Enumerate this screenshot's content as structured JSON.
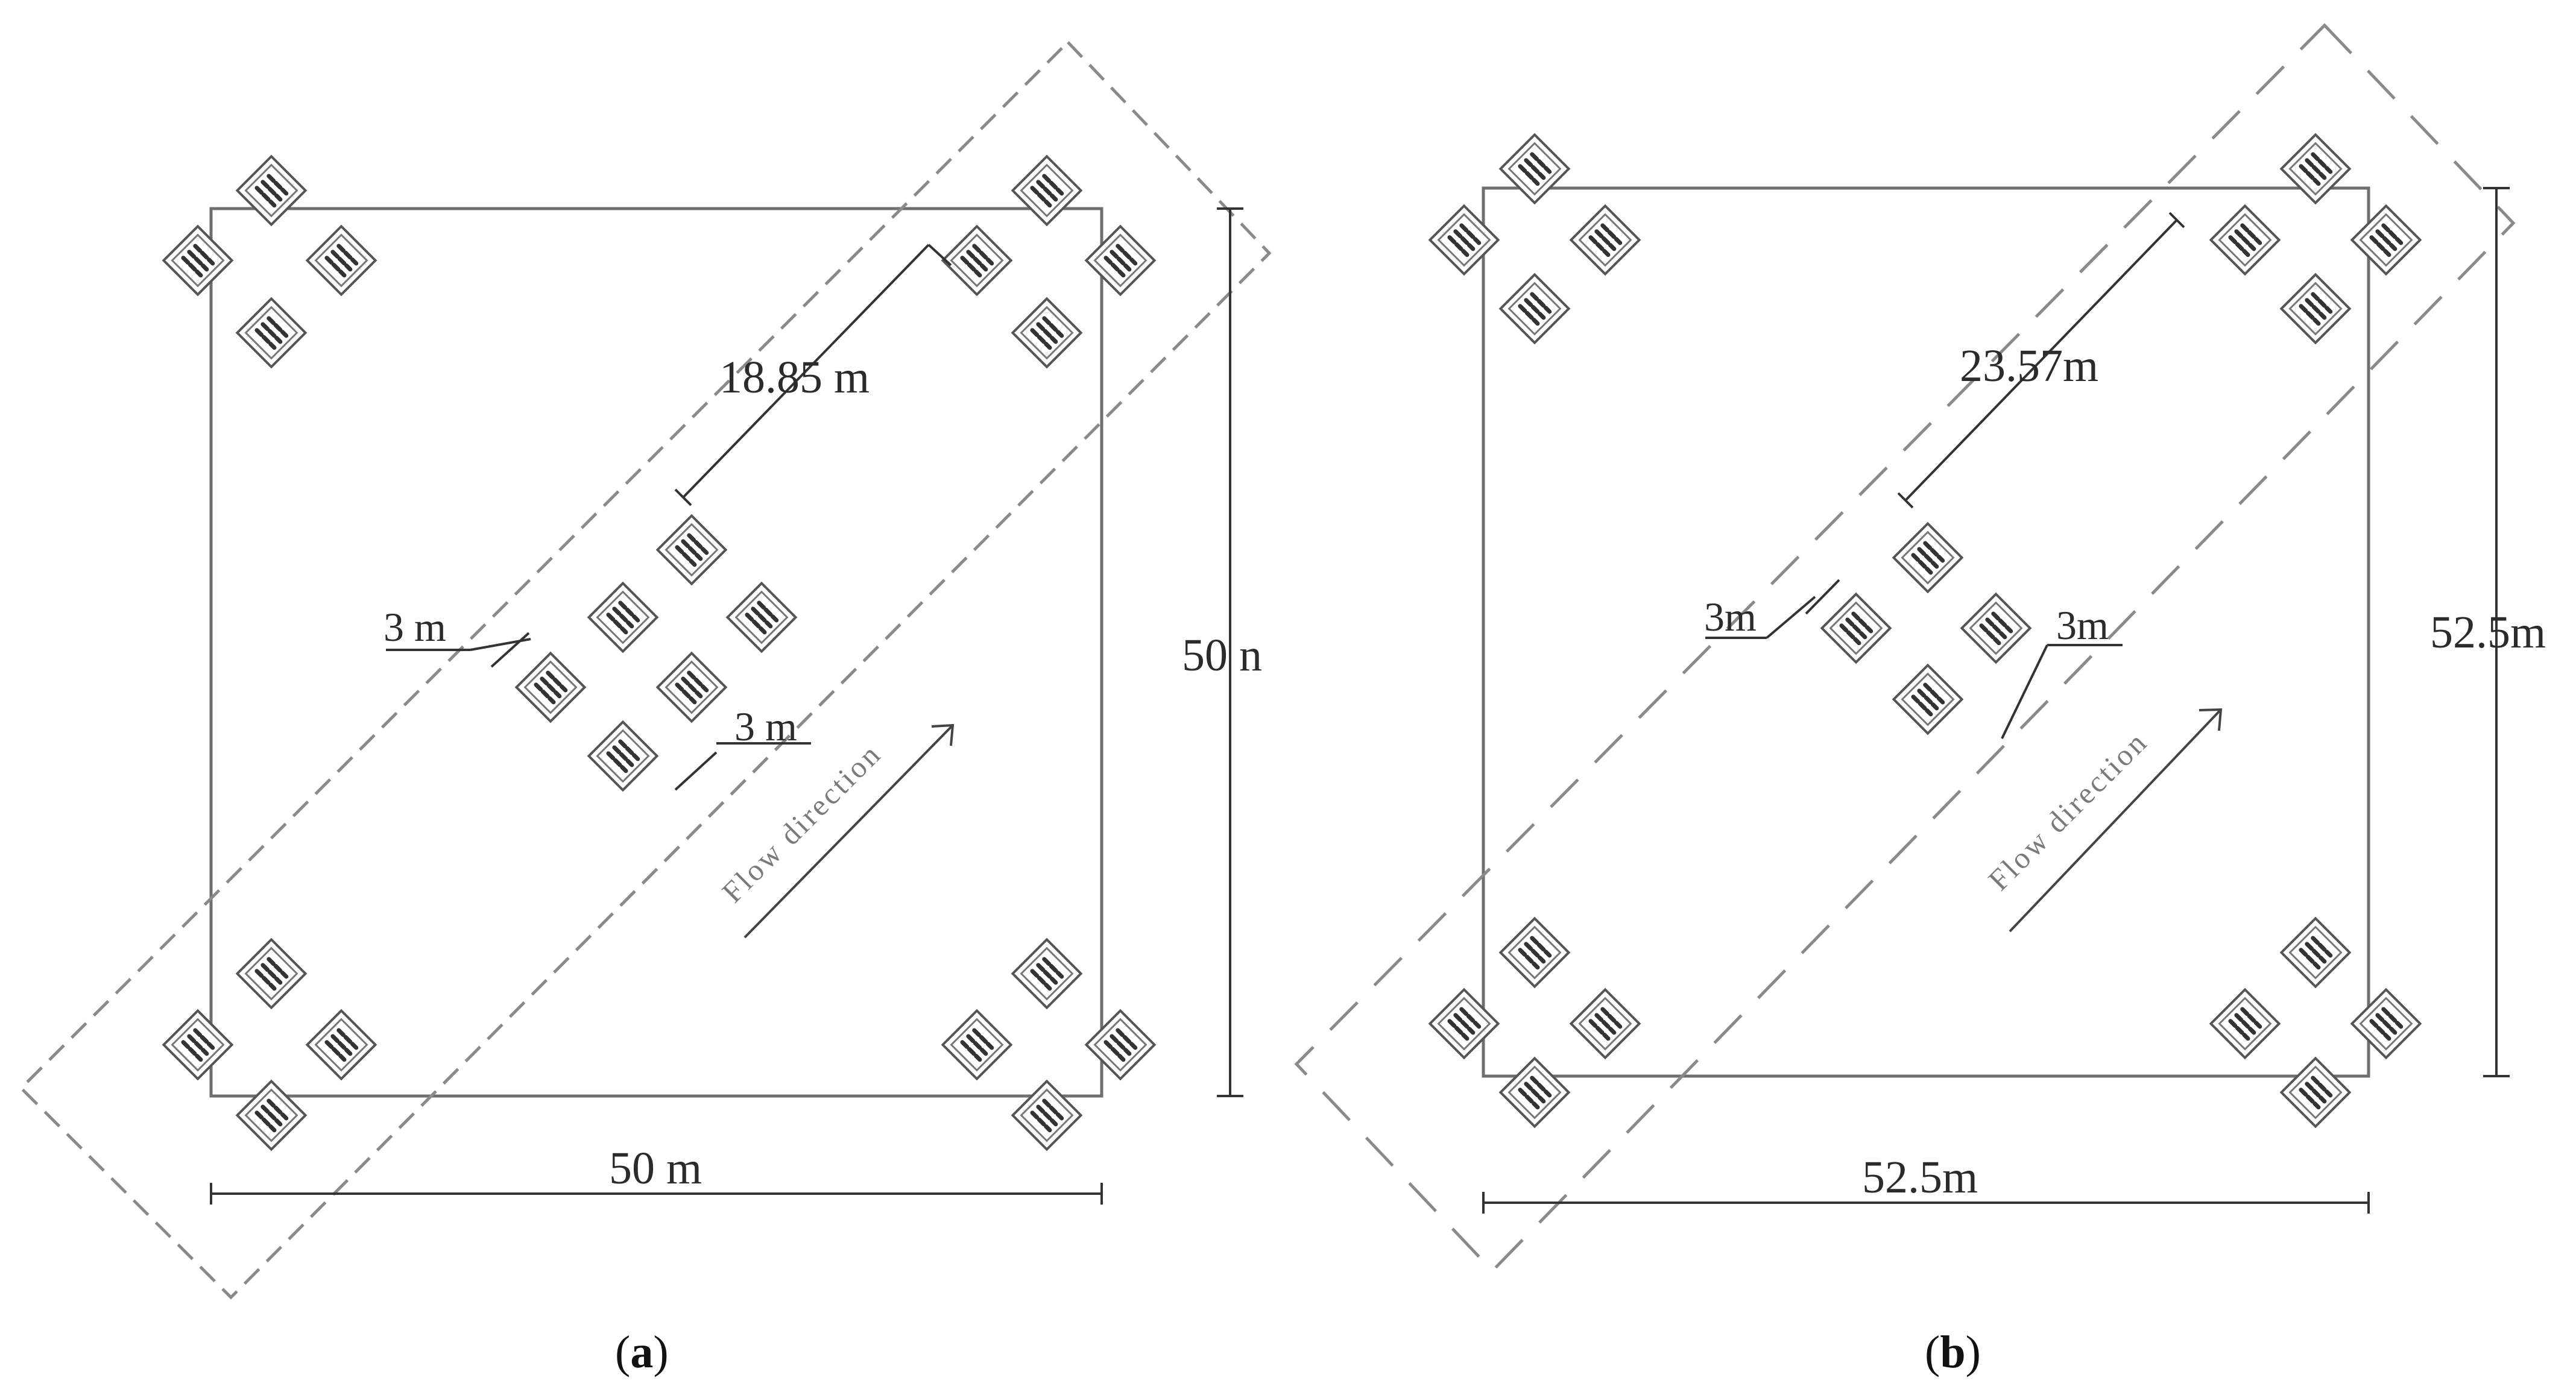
{
  "panels": [
    {
      "id": "a",
      "caption_letter": "a",
      "spacing_diag": "18.85 m",
      "spacing_left": "3 m",
      "spacing_right": "3 m",
      "height_label": "50 n",
      "width_label": "50 m",
      "flow_label": "Flow direction"
    },
    {
      "id": "b",
      "caption_letter": "b",
      "spacing_diag": "23.57m",
      "spacing_left": "3m",
      "spacing_right": "3m",
      "height_label": "52.5m",
      "width_label": "52.5m",
      "flow_label": "Flow direction"
    }
  ]
}
